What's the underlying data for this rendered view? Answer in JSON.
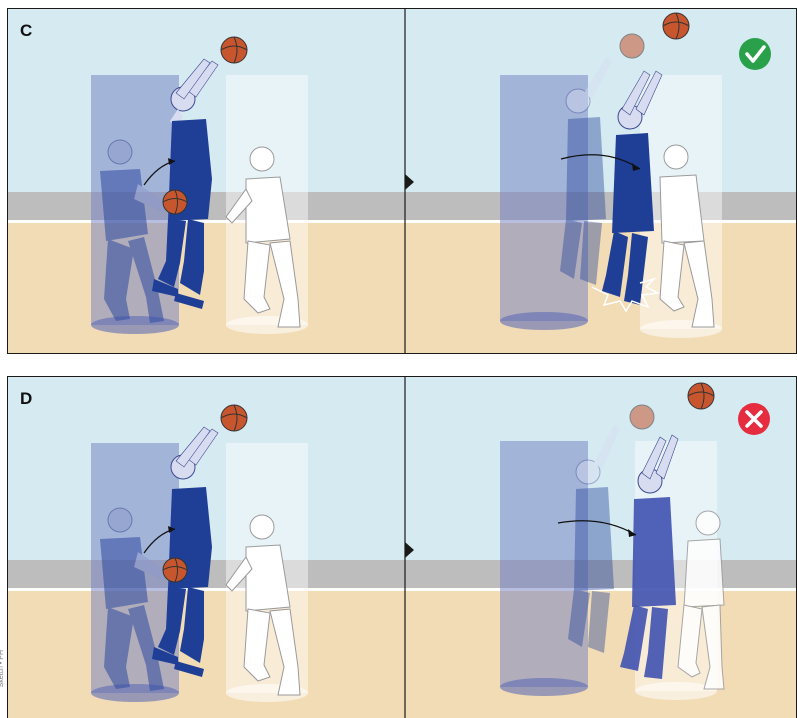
{
  "panels": [
    {
      "id": "C",
      "letter": "C",
      "result": "legal",
      "result_icon": "check-icon",
      "result_color": "#2aa04a"
    },
    {
      "id": "D",
      "letter": "D",
      "result": "foul",
      "result_icon": "cross-icon",
      "result_color": "#e52d3f"
    }
  ],
  "credit": "Sketch • PH",
  "colors": {
    "sky": "#d6eaf2",
    "wall_band": "#bdbdbd",
    "floor": "#f2dcb6",
    "attacker_jersey": "#1f3f97",
    "defender_jersey": "#ffffff",
    "ball": "#c7562e",
    "cylinder_attacker": "#6f7ec0",
    "cylinder_defender": "#ffffff"
  }
}
